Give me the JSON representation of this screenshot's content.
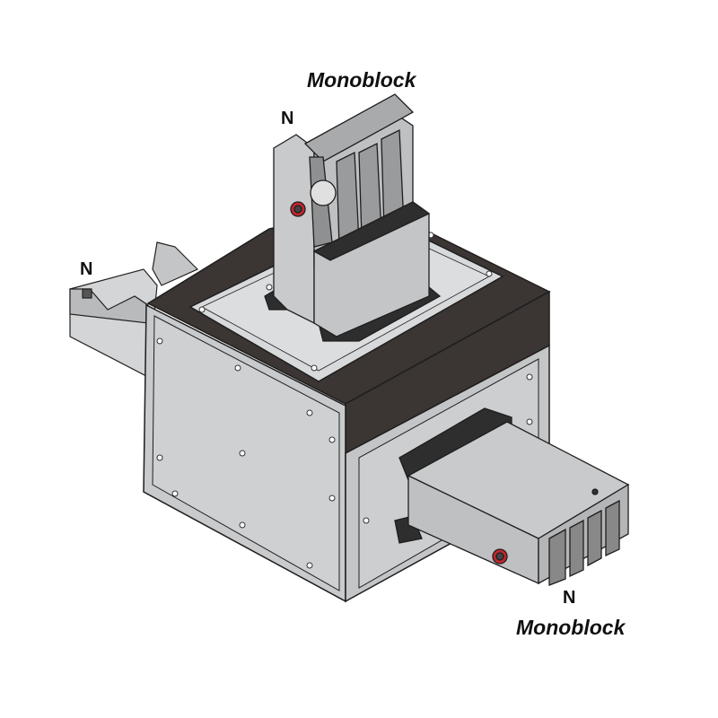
{
  "labels": {
    "top_monoblock": "Monoblock",
    "top_n": "N",
    "left_n": "N",
    "right_n": "N",
    "right_monoblock": "Monoblock"
  },
  "colors": {
    "panel": "#c9cacc",
    "dark_band": "#3b3533",
    "plate": "#d8d9db",
    "bracket": "#2e2e2e",
    "bolt_ring": "#c0272d"
  }
}
